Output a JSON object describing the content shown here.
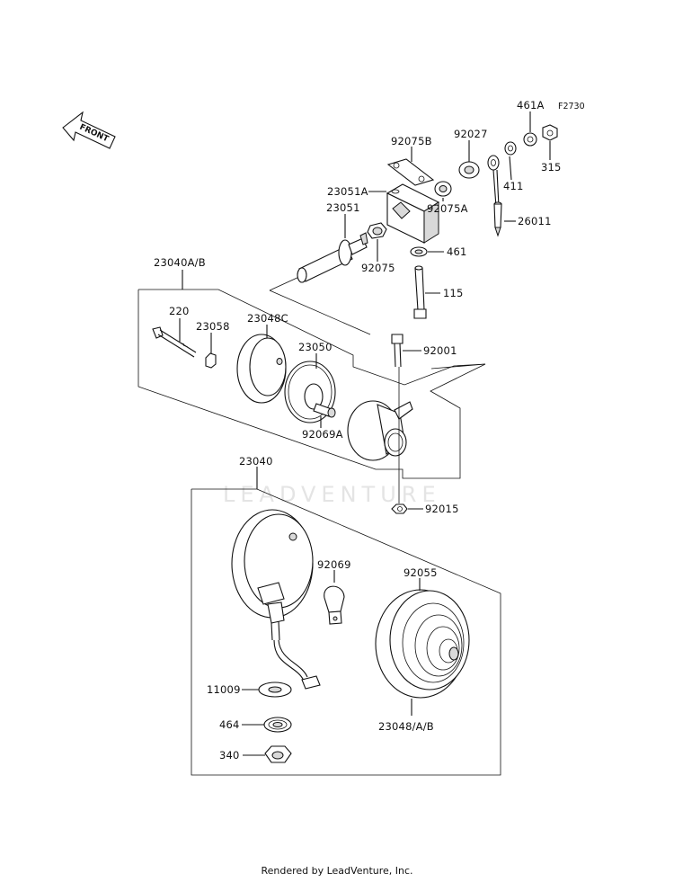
{
  "figure_code": "F2730",
  "direction_label": "FRONT",
  "watermark": "LEADVENTURE",
  "footer": "Rendered by LeadVenture, Inc.",
  "parts": {
    "p461A": "461A",
    "p315": "315",
    "p92027": "92027",
    "p92075B": "92075B",
    "p411": "411",
    "p23051A": "23051A",
    "p92075A": "92075A",
    "p26011": "26011",
    "p23051": "23051",
    "p461": "461",
    "p92075": "92075",
    "p23040AB": "23040A/B",
    "p115": "115",
    "p220": "220",
    "p23058": "23058",
    "p23048C": "23048C",
    "p23050": "23050",
    "p92001": "92001",
    "p92069A": "92069A",
    "p23040": "23040",
    "p92015": "92015",
    "p92069": "92069",
    "p92055": "92055",
    "p11009": "11009",
    "p464": "464",
    "p23048AB": "23048/A/B",
    "p340": "340"
  }
}
